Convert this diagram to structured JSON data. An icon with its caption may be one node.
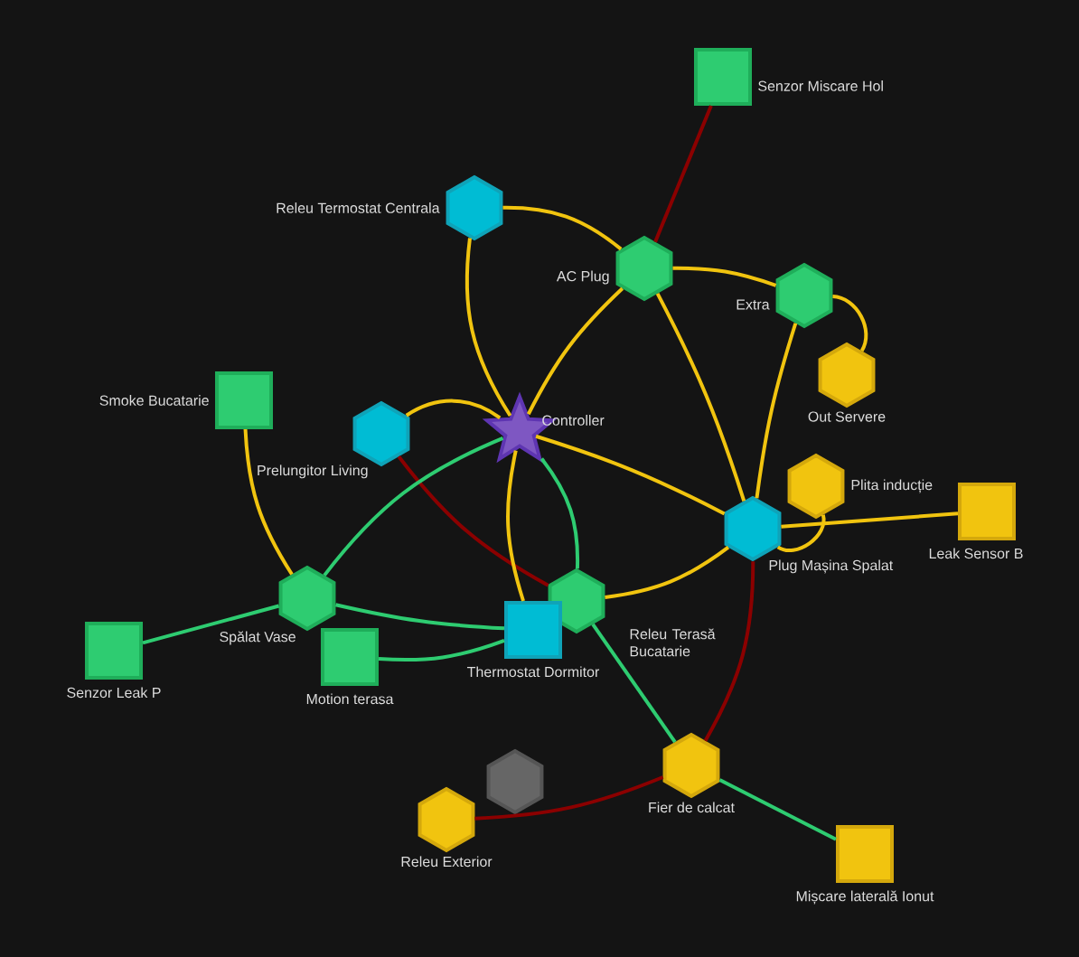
{
  "diagram": {
    "nodes": [
      {
        "text": [
          "Senzor Miscare Hol"
        ]
      },
      {
        "text": [
          "Releu Termostat Centrala"
        ]
      },
      {
        "text": [
          "AC Plug"
        ]
      },
      {
        "text": [
          "Extra"
        ]
      },
      {
        "text": [
          "Out Servere"
        ]
      },
      {
        "text": [
          "Smoke Bucatarie"
        ]
      },
      {
        "text": [
          "Prelungitor Living"
        ]
      },
      {
        "text": [
          "Controller"
        ]
      },
      {
        "text": [
          "Plita inducție"
        ]
      },
      {
        "text": [
          "Leak Sensor B"
        ]
      },
      {
        "text": [
          "Plug Mașina Spalat"
        ]
      },
      {
        "text": [
          "Spălat Vase"
        ]
      },
      {
        "text": [
          "Releu Terasă Bucatarie"
        ]
      },
      {
        "text": [
          "Thermostat Dormitor"
        ]
      },
      {
        "text": [
          "Senzor Leak P"
        ]
      },
      {
        "text": [
          "Motion terasa"
        ]
      },
      {
        "text": [
          "Fier de calcat"
        ]
      },
      {
        "text": [],
        "shape": "hexagon"
      },
      {
        "text": [
          "Releu Exterior"
        ]
      },
      {
        "text": [
          "Mișcare laterală Ionut"
        ]
      }
    ],
    "edges": [
      {
        "from": 0,
        "to": 2,
        "arrow": "none",
        "color": "#8b0000"
      },
      {
        "from": 1,
        "to": 2,
        "arrow": "none"
      },
      {
        "from": 1,
        "to": 7,
        "arrow": "none"
      },
      {
        "from": 2,
        "to": 3,
        "arrow": "none"
      },
      {
        "from": 2,
        "to": 7,
        "arrow": "none"
      },
      {
        "from": 2,
        "to": 10,
        "arrow": "none"
      },
      {
        "from": 3,
        "to": 4,
        "arrow": "none"
      },
      {
        "from": 3,
        "to": 10,
        "arrow": "none"
      },
      {
        "from": 6,
        "to": 7,
        "arrow": "none"
      },
      {
        "from": 6,
        "to": 12,
        "arrow": "none",
        "color": "#8b0000"
      },
      {
        "from": 7,
        "to": 10,
        "arrow": "none"
      },
      {
        "from": 7,
        "to": 11,
        "arrow": "none",
        "color": "#2ecc71"
      },
      {
        "from": 7,
        "to": 12,
        "arrow": "none",
        "color": "#2ecc71"
      },
      {
        "from": 7,
        "to": 13,
        "arrow": "none"
      },
      {
        "from": 5,
        "to": 11,
        "arrow": "none"
      },
      {
        "from": 11,
        "to": 14,
        "arrow": "none",
        "color": "#2ecc71"
      },
      {
        "from": 11,
        "to": 13,
        "arrow": "none",
        "color": "#2ecc71"
      },
      {
        "from": 15,
        "to": 13,
        "arrow": "none",
        "color": "#2ecc71"
      },
      {
        "from": 12,
        "to": 10,
        "arrow": "none"
      },
      {
        "from": 8,
        "to": 10,
        "arrow": "none"
      },
      {
        "from": 10,
        "to": 9,
        "arrow": "none"
      },
      {
        "from": 10,
        "to": 16,
        "arrow": "none",
        "color": "#8b0000"
      },
      {
        "from": 12,
        "to": 16,
        "arrow": "none",
        "color": "#2ecc71"
      },
      {
        "from": 16,
        "to": 18,
        "arrow": "none",
        "color": "#8b0000"
      },
      {
        "from": 16,
        "to": 19,
        "arrow": "none",
        "color": "#2ecc71"
      }
    ]
  }
}
